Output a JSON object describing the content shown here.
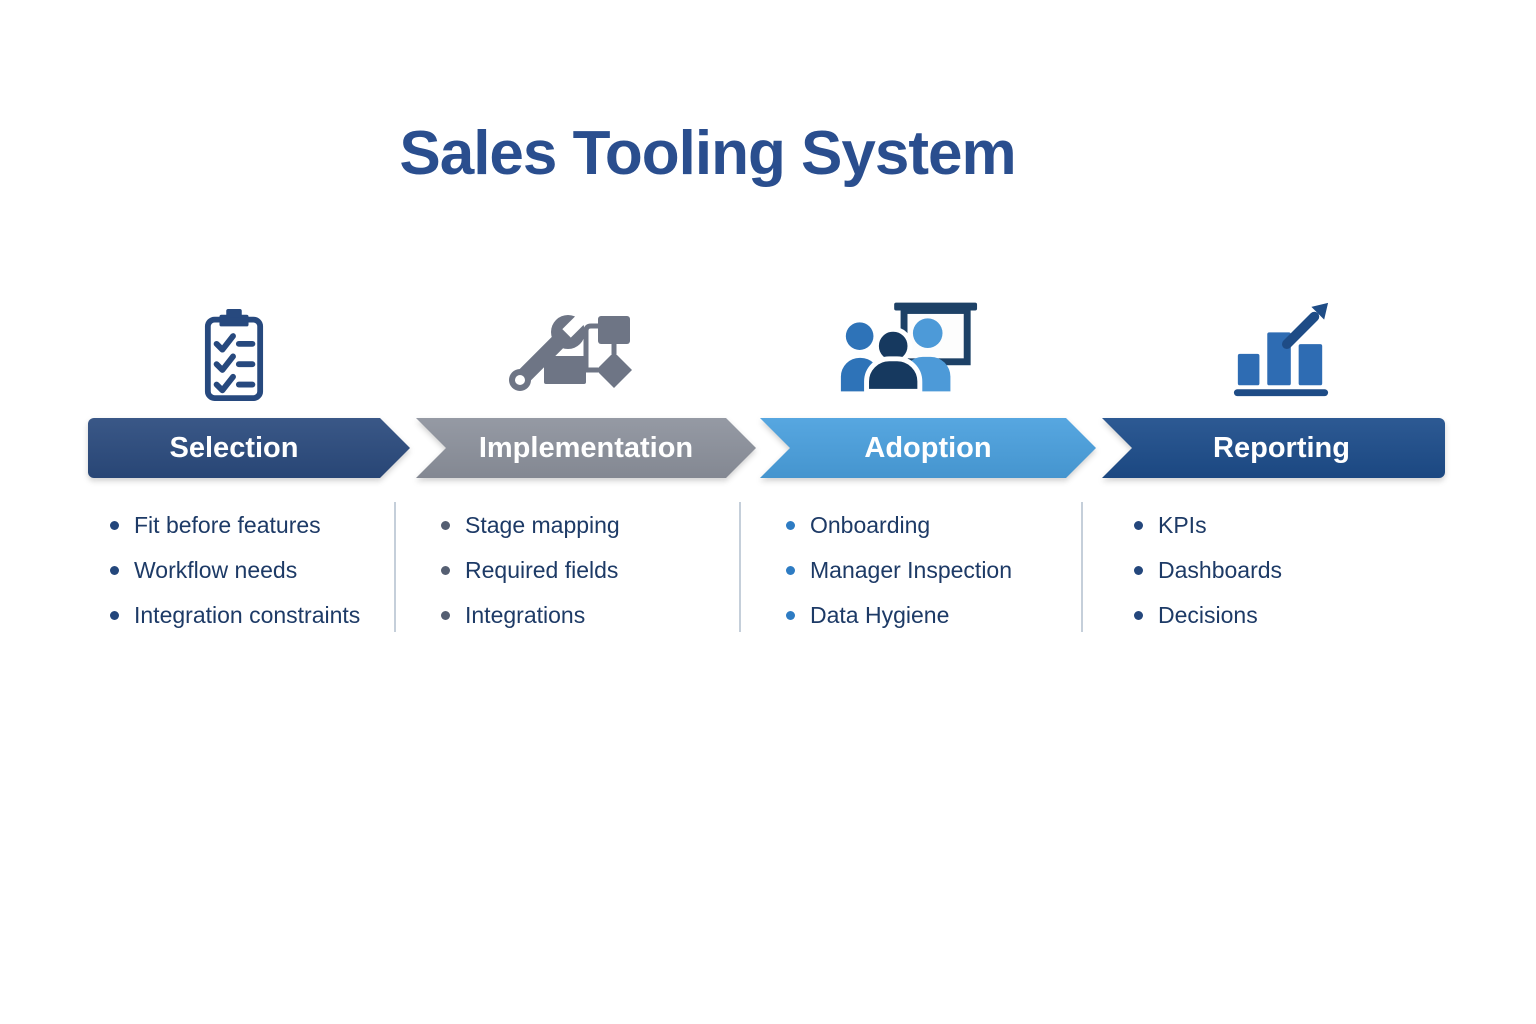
{
  "title": "Sales Tooling System",
  "palette": {
    "background": "#ffffff",
    "title_color": "#2a4e8e",
    "arrow_label_color": "#ffffff",
    "bullet_text_color": "#1d3a66",
    "divider_color": "#c5cfda"
  },
  "stages": [
    {
      "label": "Selection",
      "icon": "clipboard-checklist-icon",
      "arrow_color": "#2b4b7e",
      "bullet_color": "#24477c",
      "items": [
        "Fit before features",
        "Workflow needs",
        "Integration constraints"
      ]
    },
    {
      "label": "Implementation",
      "icon": "wrench-flowchart-icon",
      "arrow_color": "#8d929d",
      "bullet_color": "#555f72",
      "items": [
        "Stage mapping",
        "Required fields",
        "Integrations"
      ]
    },
    {
      "label": "Adoption",
      "icon": "audience-presentation-icon",
      "arrow_color": "#4aa0de",
      "bullet_color": "#2e7cc3",
      "items": [
        "Onboarding",
        "Manager Inspection",
        "Data Hygiene"
      ]
    },
    {
      "label": "Reporting",
      "icon": "growth-chart-icon",
      "arrow_color": "#1d4d8b",
      "bullet_color": "#24477c",
      "items": [
        "KPIs",
        "Dashboards",
        "Decisions"
      ]
    }
  ]
}
